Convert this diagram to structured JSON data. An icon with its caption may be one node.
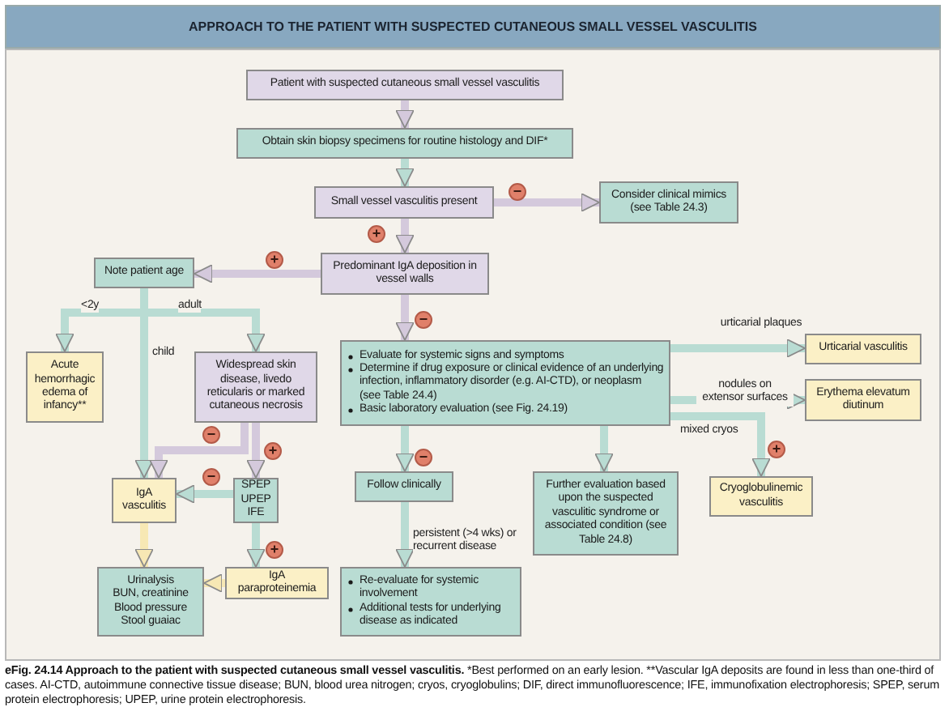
{
  "diagram": {
    "title": "APPROACH TO THE PATIENT WITH SUSPECTED CUTANEOUS SMALL VESSEL VASCULITIS",
    "caption": "**eFig. 24.14 Approach to the patient with suspected cutaneous small vessel vasculitis.** *Best performed on an early lesion. **Vascular IgA deposits are found in less than one-third of cases. AI-CTD, autoimmune connective tissue disease; BUN, blood urea nitrogen; cryos, cryoglobulins; DIF, direct immunofluorescence; IFE, immunofixation electrophoresis; SPEP, serum protein electrophoresis; UPEP, urine protein electrophoresis.",
    "nodes": [
      {
        "text": [
          "Patient with suspected cutaneous small vessel vasculitis"
        ]
      },
      {
        "text": [
          "Obtain skin biopsy specimens for routine histology and DIF*"
        ]
      },
      {
        "text": [
          "Small vessel vasculitis present"
        ]
      },
      {
        "text": [
          "Consider clinical mimics (see Table 24.3)"
        ]
      },
      {
        "text": [
          "Predominant IgA deposition in vessel walls"
        ]
      },
      {
        "text": [
          "Note patient age"
        ]
      },
      {
        "text": [
          "Acute hemorrhagic edema of infancy**"
        ]
      },
      {
        "text": [
          "Widespread skin disease, livedo reticularis or marked cutaneous necrosis"
        ]
      },
      {
        "text": [
          "Evaluate for systemic signs and symptoms",
          "Determine if drug exposure or clinical evidence of an underlying infection, inflammatory disorder (e.g. AI-CTD), or neoplasm (see Table 24.4)",
          "Basic laboratory evaluation (see Fig. 24.19)"
        ]
      },
      {
        "text": [
          "Urticarial vasculitis"
        ]
      },
      {
        "text": [
          "Erythema elevatum diutinum"
        ]
      },
      {
        "text": [
          "IgA vasculitis"
        ]
      },
      {
        "text": [
          "SPEP",
          "UPEP",
          "IFE"
        ]
      },
      {
        "text": [
          "Follow clinically"
        ]
      },
      {
        "text": [
          "Further evaluation based upon the suspected vasculitic syndrome or associated condition (see Table 24.8)"
        ]
      },
      {
        "text": [
          "Cryoglobulinemic vasculitis"
        ]
      },
      {
        "text": [
          "IgA paraproteinemia"
        ]
      },
      {
        "text": [
          "Urinalysis",
          "BUN, creatinine",
          "Blood pressure",
          "Stool guaiac"
        ]
      },
      {
        "text": [
          "Re-evaluate for systemic involvement",
          "Additional tests for underlying disease as indicated"
        ]
      }
    ],
    "edges": [
      {
        "from": 0,
        "to": 1,
        "arrow": "to",
        "color": "#d4c9dc"
      },
      {
        "from": 1,
        "to": 2,
        "arrow": "to"
      },
      {
        "from": 2,
        "to": 3,
        "arrow": "to",
        "color": "#d4c9dc"
      },
      {
        "from": 2,
        "to": 4,
        "arrow": "to",
        "color": "#d4c9dc"
      },
      {
        "from": 4,
        "to": 5,
        "arrow": "to",
        "color": "#d4c9dc"
      },
      {
        "from": 4,
        "to": 8,
        "arrow": "to",
        "color": "#d4c9dc"
      },
      {
        "from": 5,
        "to": 6,
        "arrow": "to",
        "label": "<2y"
      },
      {
        "from": 5,
        "to": 7,
        "arrow": "to",
        "label": "adult"
      },
      {
        "from": 5,
        "to": 11,
        "arrow": "to",
        "label": "child"
      },
      {
        "from": 7,
        "to": 11,
        "arrow": "to",
        "color": "#d4c9dc"
      },
      {
        "from": 7,
        "to": 12,
        "arrow": "to",
        "color": "#d4c9dc"
      },
      {
        "from": 12,
        "to": 11,
        "arrow": "to"
      },
      {
        "from": 12,
        "to": 16,
        "arrow": "to"
      },
      {
        "from": 11,
        "to": 17,
        "arrow": "to",
        "color": "#f7e8b4"
      },
      {
        "from": 16,
        "to": 17,
        "arrow": "to",
        "color": "#f7e8b4"
      },
      {
        "from": 8,
        "to": 9,
        "arrow": "to",
        "label": "urticarial plaques"
      },
      {
        "from": 8,
        "to": 10,
        "arrow": "to",
        "label": "nodules on extensor surfaces"
      },
      {
        "from": 8,
        "to": 15,
        "arrow": "to",
        "label": "mixed cryos"
      },
      {
        "from": 8,
        "to": 13,
        "arrow": "to"
      },
      {
        "from": 8,
        "to": 14,
        "arrow": "to"
      },
      {
        "from": 13,
        "to": 18,
        "arrow": "to",
        "label": "persistent (>4 wks) or recurrent disease"
      }
    ],
    "labels": [
      "−",
      "+",
      "+",
      "−",
      "−",
      "+",
      "+",
      "−",
      "−",
      "+"
    ]
  }
}
